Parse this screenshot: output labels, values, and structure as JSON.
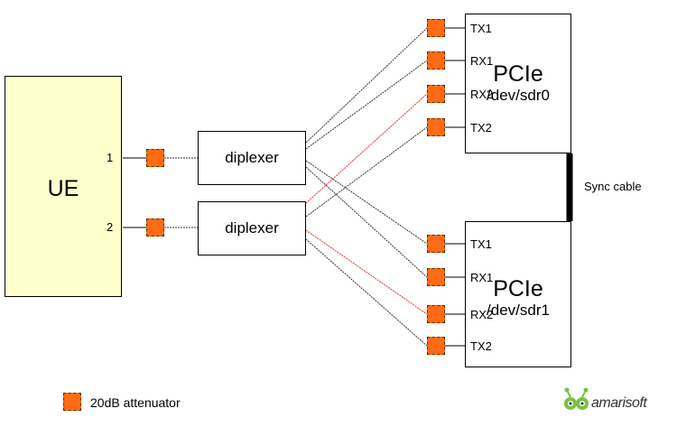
{
  "ue": {
    "label": "UE",
    "port1": "1",
    "port2": "2"
  },
  "diplexers": [
    {
      "label": "diplexer"
    },
    {
      "label": "diplexer"
    }
  ],
  "pcie0": {
    "title": "PCIe",
    "device": "/dev/sdr0",
    "ports": [
      "TX1",
      "RX1",
      "RX2",
      "TX2"
    ]
  },
  "pcie1": {
    "title": "PCIe",
    "device": "/dev/sdr1",
    "ports": [
      "TX1",
      "RX1",
      "RX2",
      "TX2"
    ]
  },
  "sync": {
    "label": "Sync cable"
  },
  "legend": {
    "label": "20dB attenuator"
  },
  "logo": {
    "text": "amarisoft"
  },
  "colors": {
    "attenuator": "#ff6a14",
    "ue_fill": "#ffffcc",
    "rx2_line": "#e03030",
    "line": "#333333",
    "logo_green": "#7cc242"
  }
}
